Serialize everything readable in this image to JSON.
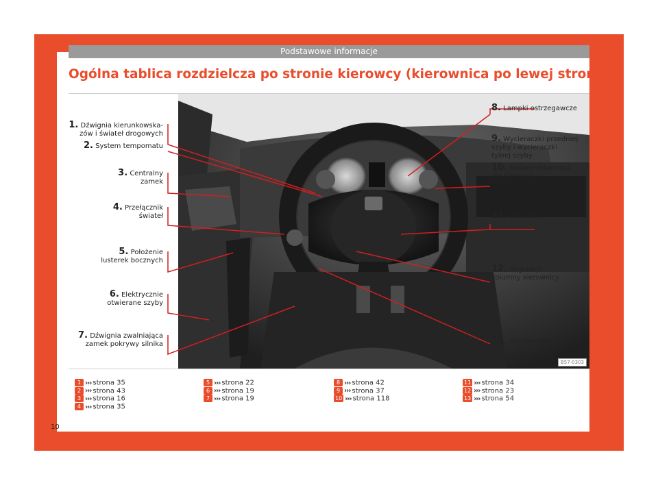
{
  "header": {
    "title": "Podstawowe informacje"
  },
  "page_title": "Ogólna tablica rozdzielcza po stronie kierowcy (kierownica po lewej stronie)",
  "figure": {
    "code": "B57-0303"
  },
  "callouts": [
    {
      "number": "1.",
      "text": "Dźwignia kierunkowska-\nzów i świateł drogowych"
    },
    {
      "number": "2.",
      "text": "System tempomatu"
    },
    {
      "number": "3.",
      "text": "Centralny\nzamek"
    },
    {
      "number": "4.",
      "text": "Przełącznik\nświateł"
    },
    {
      "number": "5.",
      "text": "Położenie\nlusterek bocznych"
    },
    {
      "number": "6.",
      "text": "Elektrycznie\notwierane szyby"
    },
    {
      "number": "7.",
      "text": "Dźwignia zwalniająca\nzamek pokrywy silnika"
    },
    {
      "number": "8.",
      "text": "Lampki ostrzegawcze"
    },
    {
      "number": "9.",
      "text": "Wycieraczki przedniej\nszyby i wycieraczki\ntylnej szyby"
    },
    {
      "number": "10.",
      "text": "System informacji\ndla kierowcy"
    },
    {
      "number": "11.",
      "text": "Stacyjka"
    },
    {
      "number": "12.",
      "text": "Regulacja\nkolumny kierownicy"
    },
    {
      "number": "13.",
      "text": "Bezpieczniki"
    }
  ],
  "references": [
    {
      "n": "1",
      "arrows": "›››",
      "text": "strona 35"
    },
    {
      "n": "2",
      "arrows": "›››",
      "text": "strona 43"
    },
    {
      "n": "3",
      "arrows": "›››",
      "text": "strona 16"
    },
    {
      "n": "4",
      "arrows": "›››",
      "text": "strona 35"
    },
    {
      "n": "5",
      "arrows": "›››",
      "text": "strona 22"
    },
    {
      "n": "6",
      "arrows": "›››",
      "text": "strona 19"
    },
    {
      "n": "7",
      "arrows": "›››",
      "text": "strona 19"
    },
    {
      "n": "8",
      "arrows": "›››",
      "text": "strona 42"
    },
    {
      "n": "9",
      "arrows": "›››",
      "text": "strona 37"
    },
    {
      "n": "10",
      "arrows": "›››",
      "text": "strona 118"
    },
    {
      "n": "11",
      "arrows": "›››",
      "text": "strona 34"
    },
    {
      "n": "12",
      "arrows": "›››",
      "text": "strona 23"
    },
    {
      "n": "13",
      "arrows": "›››",
      "text": "strona 54"
    }
  ],
  "page_number": "10",
  "colors": {
    "accent": "#ea4d2c",
    "header_bar": "#9a9a9a"
  }
}
